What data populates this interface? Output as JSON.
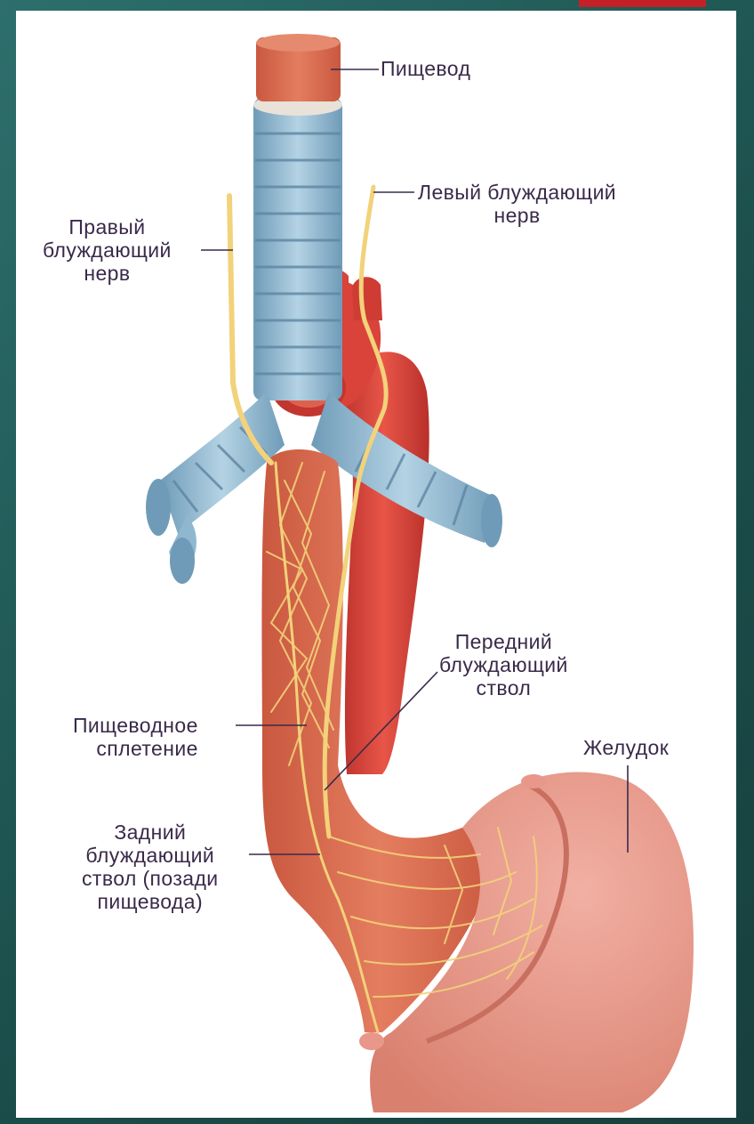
{
  "labels": {
    "esophagus": "Пищевод",
    "left_vagus": "Левый блуждающий\nнерв",
    "right_vagus": "Правый\nблуждающий\nнерв",
    "anterior_trunk": "Передний\nблуждающий\nствол",
    "esophageal_plexus": "Пищеводное\nсплетение",
    "stomach": "Желудок",
    "posterior_trunk": "Задний\nблуждающий\nствол (позади\nпищевода)"
  },
  "colors": {
    "background": "#1f5a58",
    "accent": "#c32127",
    "panel": "#ffffff",
    "esophagus": "#d96b4f",
    "trachea": "#8fb8d0",
    "aorta": "#d9433a",
    "nerve": "#f2d27a",
    "stomach": "#e8978a",
    "label_text": "#3a2a4a"
  }
}
